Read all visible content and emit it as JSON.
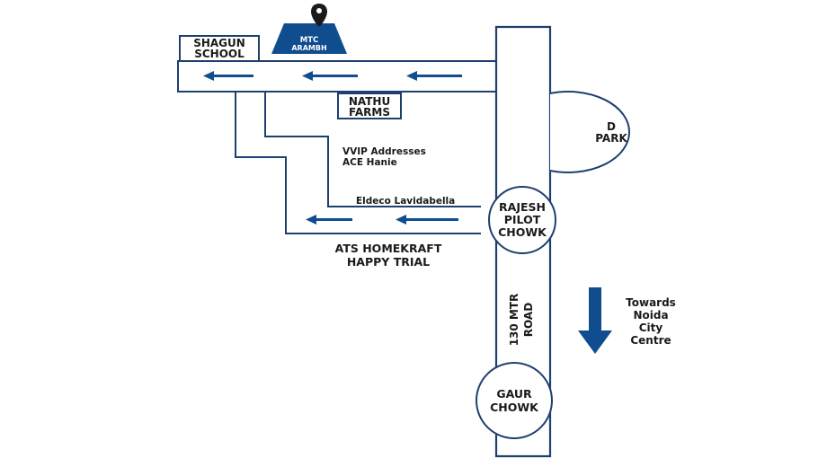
{
  "colors": {
    "road": "#1f3f6e",
    "arrow": "#0f4d8f",
    "text": "#1a1a1a",
    "badge_bg": "#0f4d8f",
    "badge_text": "#ffffff"
  },
  "labels": {
    "mtc_line1": "MTC",
    "mtc_line2": "ARAMBH",
    "shagun_line1": "SHAGUN",
    "shagun_line2": "SCHOOL",
    "nathu_line1": "NATHU",
    "nathu_line2": "FARMS",
    "d_park_line1": "D",
    "d_park_line2": "PARK",
    "vvip_line1": "VVIP Addresses",
    "vvip_line2": "ACE Hanie",
    "eldeco": "Eldeco Lavidabella",
    "rajesh_line1": "RAJESH",
    "rajesh_line2": "PILOT",
    "rajesh_line3": "CHOWK",
    "ats_line1": "ATS HOMEKRAFT",
    "ats_line2": "HAPPY TRIAL",
    "road_line1": "130 MTR",
    "road_line2": "ROAD",
    "towards_line1": "Towards",
    "towards_line2": "Noida",
    "towards_line3": "City",
    "towards_line4": "Centre",
    "gaur_line1": "GAUR",
    "gaur_line2": "CHOWK"
  },
  "icons": {
    "location_pin": "map-pin-icon",
    "direction_arrow": "arrow-left-icon",
    "south_arrow": "arrow-down-icon"
  }
}
